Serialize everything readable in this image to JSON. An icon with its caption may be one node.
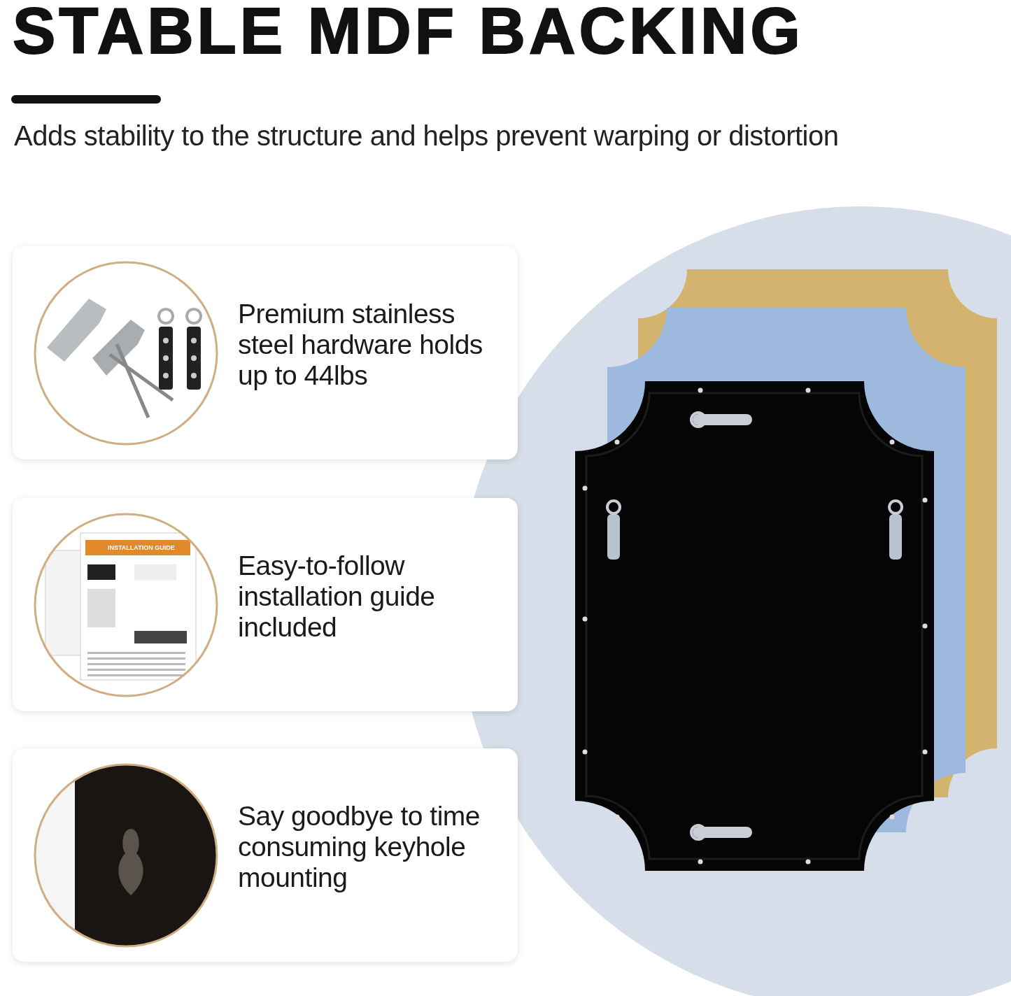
{
  "diagram": {
    "title": "STABLE MDF BACKING",
    "nodes": [
      {
        "text": [
          "Premium stainless steel hardware holds up to 44lbs"
        ]
      },
      {
        "text": [
          "Easy-to-follow installation guide included"
        ]
      },
      {
        "text": [
          "Say goodbye to time consuming keyhole mounting"
        ]
      }
    ],
    "labels": [
      "Adds stability to the structure and helps prevent warping or distortion",
      "INSTALLATION GUIDE"
    ]
  }
}
